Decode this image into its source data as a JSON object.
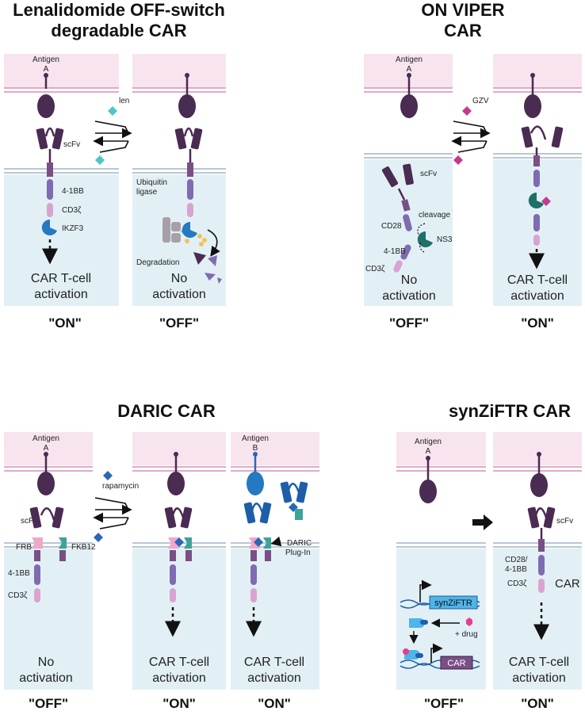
{
  "titles": {
    "len_line1": "Lenalidomide OFF-switch",
    "len_line2": "degradable CAR",
    "viper_line1": "ON VIPER",
    "viper_line2": "CAR",
    "daric": "DARIC CAR",
    "synziftr": "synZiFTR CAR"
  },
  "states": {
    "len_left": "\"ON\"",
    "len_right": "\"OFF\"",
    "viper_left": "\"OFF\"",
    "viper_right": "\"ON\"",
    "daric_left": "\"OFF\"",
    "daric_mid": "\"ON\"",
    "daric_right": "\"ON\"",
    "syn_left": "\"OFF\"",
    "syn_right": "\"ON\""
  },
  "labels": {
    "antigen": "Antigen",
    "antigen_a": "A",
    "antigen_b": "B",
    "scfv": "scFv",
    "len": "len",
    "gzv": "GZV",
    "rapamycin": "rapamycin",
    "bb41": "4-1BB",
    "cd3z": "CD3ζ",
    "ikzf3": "IKZF3",
    "cd28": "CD28",
    "cd28_41bb_line1": "CD28/",
    "cd28_41bb_line2": "4-1BB",
    "ns3": "NS3",
    "cleavage": "cleavage",
    "ubiquitin_line1": "Ubiquitin",
    "ubiquitin_line2": "ligase",
    "degradation": "Degradation",
    "frb": "FRB",
    "fkb12": "FKB12",
    "daric_line1": "DARIC",
    "daric_line2": "Plug-In",
    "car_tcell_line1": "CAR T-cell",
    "car_tcell_line2": "activation",
    "no_line1": "No",
    "no_line2": "activation",
    "synziftr_gene": "synZiFTR",
    "drug": "+ drug",
    "car": "CAR"
  },
  "colors": {
    "membrane_pink": "#f7e4ef",
    "membrane_line": "#e3a9c7",
    "cyto_blue": "#e2f0f6",
    "cyto_line": "#b9c7d3",
    "dark_purple": "#4a2b52",
    "mid_purple": "#7f6bb0",
    "light_pink": "#d9a3d0",
    "blue": "#2479c2",
    "teal": "#2f9b8f",
    "len_cyan": "#4ec6c6",
    "gzv_magenta": "#c43a8f",
    "rapa_blue": "#2a67b5"
  }
}
